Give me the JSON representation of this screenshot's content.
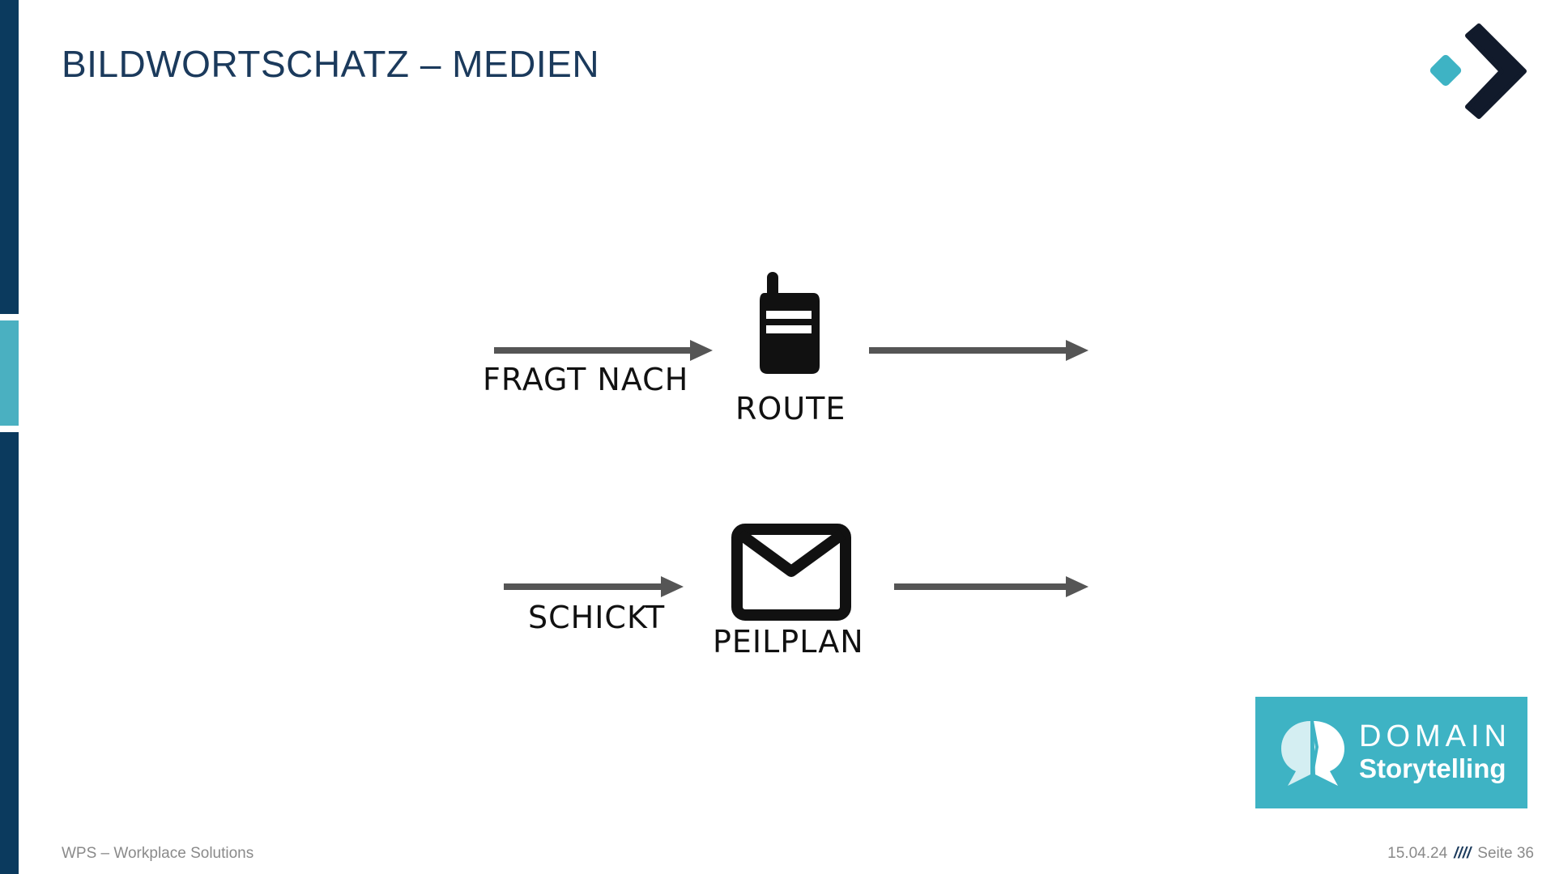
{
  "slide": {
    "title": "BILDWORTSCHATZ – MEDIEN"
  },
  "diagram": {
    "rows": [
      {
        "incoming_label": "FRAGT NACH",
        "medium_icon": "walkie-talkie-icon",
        "medium_label": "ROUTE"
      },
      {
        "incoming_label": "SCHICKT",
        "medium_icon": "envelope-icon",
        "medium_label": "PEILPLAN"
      }
    ]
  },
  "badge": {
    "line1": "DOMAIN",
    "line2": "Storytelling",
    "icon": "speech-bubbles-icon"
  },
  "footer": {
    "company": "WPS – Workplace Solutions",
    "date": "15.04.24",
    "separator": "////",
    "page": "Seite 36"
  },
  "colors": {
    "navy": "#0b3a5e",
    "teal": "#4ab0c1",
    "arrow": "#555555",
    "badge_bg": "#3eb3c4",
    "logo_dark": "#111a2b"
  }
}
